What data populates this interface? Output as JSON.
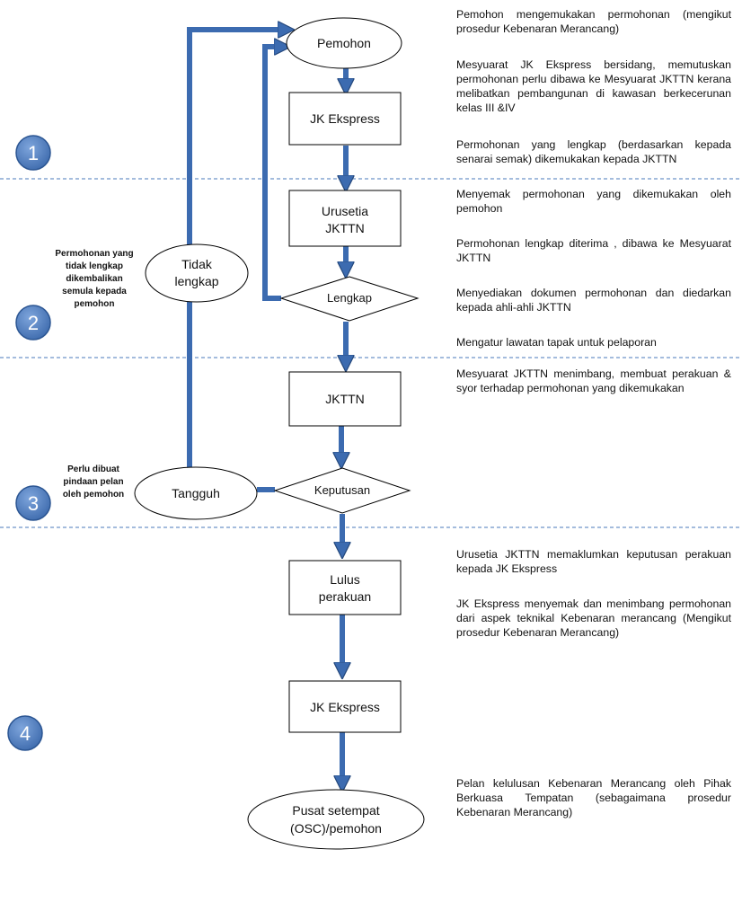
{
  "nodes": {
    "pemohon": "Pemohon",
    "jk_ekspress_1": "JK Ekspress",
    "urusetia_jkttn": [
      "Urusetia",
      "JKTTN"
    ],
    "lengkap": "Lengkap",
    "tidak_lengkap": [
      "Tidak",
      "lengkap"
    ],
    "jkttn": "JKTTN",
    "keputusan": "Keputusan",
    "tangguh": "Tangguh",
    "lulus_perakuan": [
      "Lulus",
      "perakuan"
    ],
    "jk_ekspress_2": "JK Ekspress",
    "pusat_setempat": [
      "Pusat setempat",
      "(OSC)/pemohon"
    ]
  },
  "side_notes": {
    "tidak_lengkap_note": [
      "Permohonan yang",
      "tidak lengkap",
      "dikembalikan",
      "semula kepada",
      "pemohon"
    ],
    "tangguh_note": [
      "Perlu dibuat",
      "pindaan pelan",
      "oleh pemohon"
    ]
  },
  "stages": [
    "1",
    "2",
    "3",
    "4"
  ],
  "descriptions": {
    "d1": "Pemohon mengemukakan permohonan (mengikut prosedur Kebenaran Merancang)",
    "d2": "Mesyuarat JK Ekspress bersidang, memutuskan permohonan perlu dibawa ke Mesyuarat JKTTN kerana melibatkan pembangunan di kawasan berkecerunan kelas III &IV",
    "d3": "Permohonan yang lengkap (berdasarkan kepada senarai semak) dikemukakan kepada JKTTN",
    "d4": "Menyemak permohonan yang dikemukakan oleh pemohon",
    "d5": "Permohonan lengkap diterima , dibawa ke Mesyuarat JKTTN",
    "d6": "Menyediakan dokumen permohonan dan diedarkan kepada ahli-ahli JKTTN",
    "d7": "Mengatur lawatan tapak untuk pelaporan",
    "d8": "Mesyuarat JKTTN menimbang, membuat perakuan & syor terhadap permohonan yang dikemukakan",
    "d9": "Urusetia JKTTN memaklumkan keputusan perakuan kepada JK Ekspress",
    "d10": "JK Ekspress menyemak dan menimbang permohonan dari aspek teknikal Kebenaran merancang (Mengikut prosedur Kebenaran Merancang)",
    "d11": "Pelan kelulusan Kebenaran Merancang oleh Pihak Berkuasa Tempatan (sebagaimana prosedur Kebenaran Merancang)"
  },
  "colors": {
    "arrow_fill": "#3c6bb0",
    "arrow_stroke": "#25487c",
    "stage_circle": "#4a78bb",
    "divider": "#4a78bb"
  }
}
